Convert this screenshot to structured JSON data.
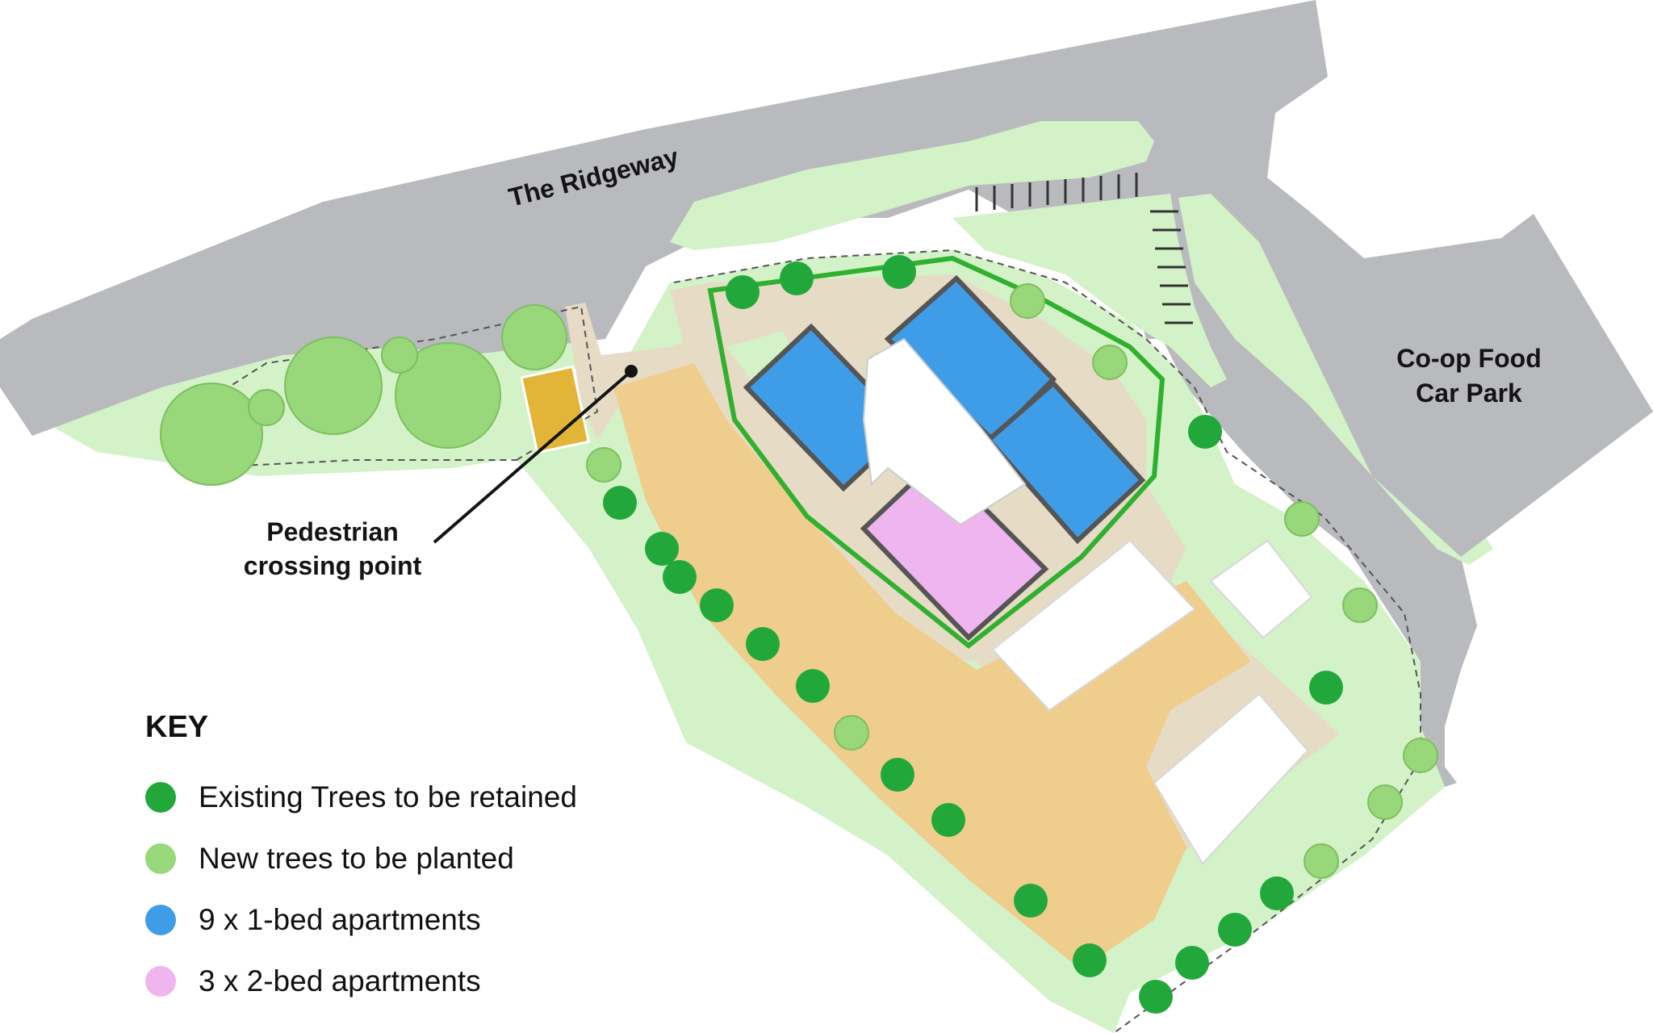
{
  "labels": {
    "road": "The Ridgeway",
    "car_park_line1": "Co-op Food",
    "car_park_line2": "Car Park",
    "crossing_line1": "Pedestrian",
    "crossing_line2": "crossing point"
  },
  "key": {
    "title": "KEY",
    "items": [
      {
        "label": "Existing Trees to be retained",
        "icon": "existing-tree-icon",
        "color": "#22a83a"
      },
      {
        "label": "New trees to be planted",
        "icon": "new-tree-icon",
        "color": "#98d77a"
      },
      {
        "label": "9 x 1-bed apartments",
        "icon": "one-bed-apartment-icon",
        "color": "#3f9de8"
      },
      {
        "label": "3 x 2-bed apartments",
        "icon": "two-bed-apartment-icon",
        "color": "#efb5ee"
      }
    ]
  },
  "colors": {
    "road": "#b9babd",
    "grass": "#d3f2c8",
    "paving": "#e6dcc6",
    "parking_area": "#efcd8d",
    "crossing_box": "#e2b437",
    "one_bed": "#3f9de8",
    "two_bed": "#efb5ee",
    "existing_tree": "#22a83a",
    "new_tree": "#98d77a"
  }
}
